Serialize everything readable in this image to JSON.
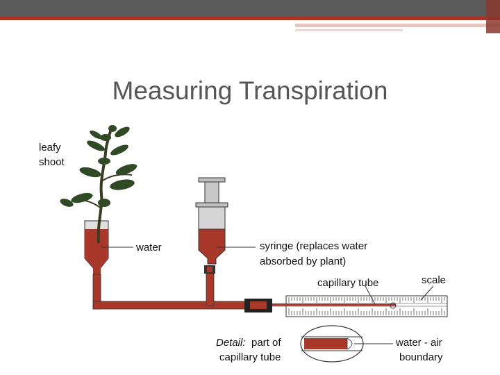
{
  "slide": {
    "title": "Measuring Transpiration"
  },
  "diagram": {
    "labels": {
      "leafy_1": "leafy",
      "leafy_2": "shoot",
      "water": "water",
      "syringe_1": "syringe (replaces water",
      "syringe_2": "absorbed by plant)",
      "capillary": "capillary tube",
      "scale": "scale",
      "detail_italic": "Detail:",
      "detail_1": " part of",
      "detail_2": "capillary tube",
      "boundary_1": "water - air",
      "boundary_2": "boundary"
    },
    "colors": {
      "water": "#a8392a",
      "leaf": "#2f4a24",
      "stem": "#3b3b22",
      "syringe": "#c8c8c8",
      "accent_bar": "#a63222",
      "header": "#5a5a5a"
    }
  }
}
